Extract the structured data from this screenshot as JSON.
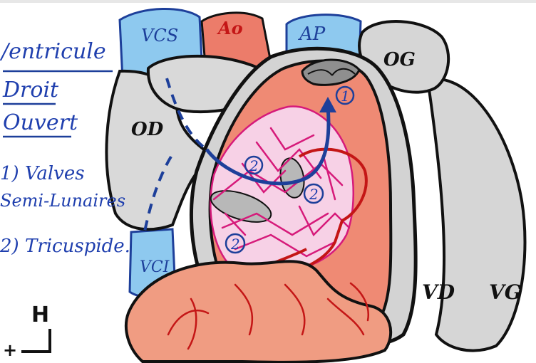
{
  "title_lines": [
    "/entricule",
    "Droit",
    "Ouvert"
  ],
  "legend_items": [
    "1) Valves",
    "Semi-Lunaires",
    "2) Tricuspide."
  ],
  "vessels": {
    "vcs": "VCS",
    "ao": "Ao",
    "ap": "AP",
    "vci": "VCI"
  },
  "chambers": {
    "og": "OG",
    "od": "OD",
    "vd": "VD",
    "vg": "VG"
  },
  "markers": {
    "m1": "1",
    "m2a": "2",
    "m2b": "2",
    "m2c": "2"
  },
  "orientation_marks": {
    "h": "H",
    "corner": "+"
  },
  "colors": {
    "venous_blue": "#8ec9ef",
    "arterial_red": "#e8735f",
    "muscle_pink": "#f3a08a",
    "chamber_gray": "#d2d2d2",
    "ink_blue": "#1d3f9a",
    "ink_magenta": "#d61a7a",
    "ink_black": "#111111"
  }
}
